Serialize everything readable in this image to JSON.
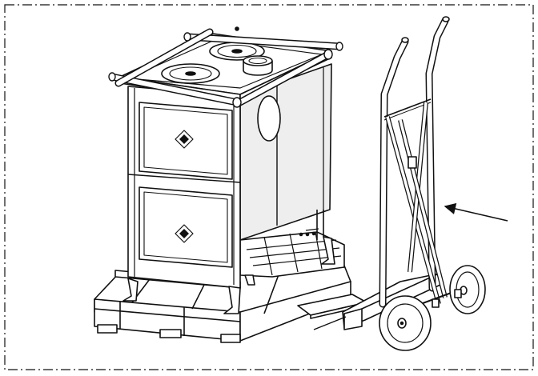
{
  "figure": {
    "border_style": "dash-dot",
    "line_color": "#111111",
    "panel_shade": "#eeeeee"
  },
  "stove": {
    "hotplates": 2,
    "doors": 2,
    "door_ornament": "diamond-ornament-icon"
  },
  "hand_truck": {
    "wheels": 2
  },
  "pallet": {},
  "arrows": [
    {
      "name": "arrow-to-hand-truck",
      "points_to": "hand-truck"
    },
    {
      "name": "leader-to-fork",
      "points_to": "hand-truck-fork"
    }
  ]
}
